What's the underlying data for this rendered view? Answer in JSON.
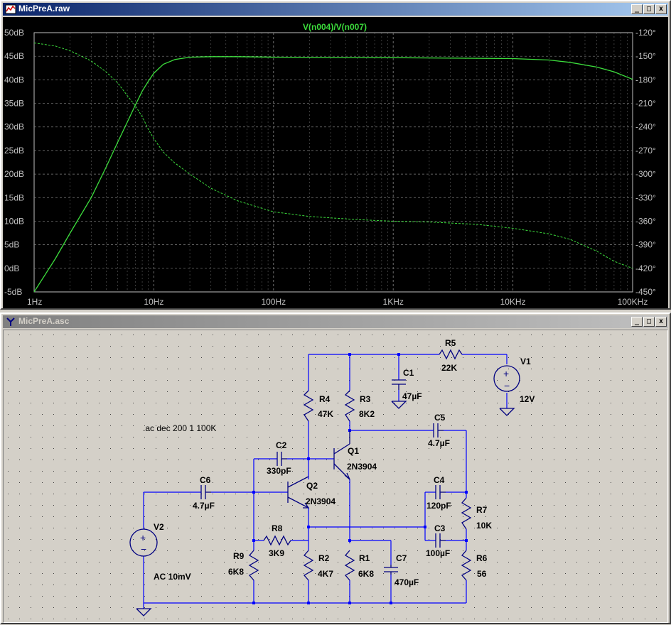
{
  "plot_window": {
    "title": "MicPreA.raw",
    "trace_label": "V(n004)/V(n007)",
    "colors": {
      "bg": "#000000",
      "trace": "#3cdc3c",
      "grid": "#808080",
      "label": "#c0c0c0"
    }
  },
  "schematic_window": {
    "title": "MicPreA.asc",
    "directive": ".ac dec 200 1 100K",
    "components": [
      {
        "ref": "R5",
        "value": "22K"
      },
      {
        "ref": "V1",
        "value": "12V"
      },
      {
        "ref": "C1",
        "value": "47µF"
      },
      {
        "ref": "R4",
        "value": "47K"
      },
      {
        "ref": "R3",
        "value": "8K2"
      },
      {
        "ref": "C5",
        "value": "4.7µF"
      },
      {
        "ref": "C2",
        "value": "330pF"
      },
      {
        "ref": "Q1",
        "value": "2N3904"
      },
      {
        "ref": "Q2",
        "value": "2N3904"
      },
      {
        "ref": "C6",
        "value": "4.7µF"
      },
      {
        "ref": "C4",
        "value": "120pF"
      },
      {
        "ref": "R7",
        "value": "10K"
      },
      {
        "ref": "C3",
        "value": "100µF"
      },
      {
        "ref": "R6",
        "value": "56"
      },
      {
        "ref": "R8",
        "value": "3K9"
      },
      {
        "ref": "V2",
        "value": "AC 10mV"
      },
      {
        "ref": "R9",
        "value": "6K8"
      },
      {
        "ref": "R2",
        "value": "4K7"
      },
      {
        "ref": "R1",
        "value": "6K8"
      },
      {
        "ref": "C7",
        "value": "470µF"
      }
    ],
    "colors": {
      "wire": "#0000ff",
      "component": "#000080",
      "text": "#000000"
    }
  },
  "window_controls": {
    "minimize": "_",
    "maximize": "□",
    "close": "x"
  },
  "chart_data": {
    "type": "line",
    "title": "V(n004)/V(n007)",
    "x_scale": "log",
    "x_ticks": [
      "1Hz",
      "10Hz",
      "100Hz",
      "1KHz",
      "10KHz",
      "100KHz"
    ],
    "y_ticks": [
      "50dB",
      "45dB",
      "40dB",
      "35dB",
      "30dB",
      "25dB",
      "20dB",
      "15dB",
      "10dB",
      "5dB",
      "0dB",
      "-5dB"
    ],
    "y2_ticks": [
      "-120°",
      "-150°",
      "-180°",
      "-210°",
      "-240°",
      "-270°",
      "-300°",
      "-330°",
      "-360°",
      "-390°",
      "-420°",
      "-450°"
    ],
    "xlim": [
      1,
      100000
    ],
    "ylim": [
      -5,
      50
    ],
    "y2lim": [
      -450,
      -120
    ],
    "grid": true,
    "series": [
      {
        "name": "magnitude",
        "style": "solid",
        "unit": "dB",
        "x": [
          1,
          1.5,
          2,
          3,
          4,
          5,
          6,
          7,
          8,
          9,
          10,
          12,
          15,
          20,
          30,
          50,
          100,
          1000,
          10000,
          20000,
          30000,
          50000,
          70000,
          100000
        ],
        "y": [
          -5,
          2,
          7.5,
          15,
          21.5,
          26.8,
          31,
          34.6,
          37.6,
          39.7,
          41.4,
          43.3,
          44.3,
          44.8,
          44.9,
          44.9,
          44.8,
          44.7,
          44.5,
          44.2,
          43.7,
          42.7,
          41.7,
          40.1
        ]
      },
      {
        "name": "phase",
        "style": "dashed",
        "unit": "deg",
        "x": [
          1,
          1.5,
          2,
          3,
          4,
          5,
          6,
          7,
          8,
          9,
          10,
          12,
          15,
          20,
          30,
          50,
          100,
          200,
          500,
          1000,
          2000,
          5000,
          10000,
          20000,
          30000,
          50000,
          70000,
          100000
        ],
        "y": [
          -133,
          -137,
          -143,
          -156,
          -170,
          -184,
          -200,
          -213,
          -227,
          -243,
          -255,
          -272,
          -286,
          -300,
          -318,
          -334,
          -348,
          -354,
          -358,
          -360,
          -361,
          -364,
          -369,
          -376,
          -383,
          -398,
          -411,
          -420
        ]
      }
    ]
  }
}
